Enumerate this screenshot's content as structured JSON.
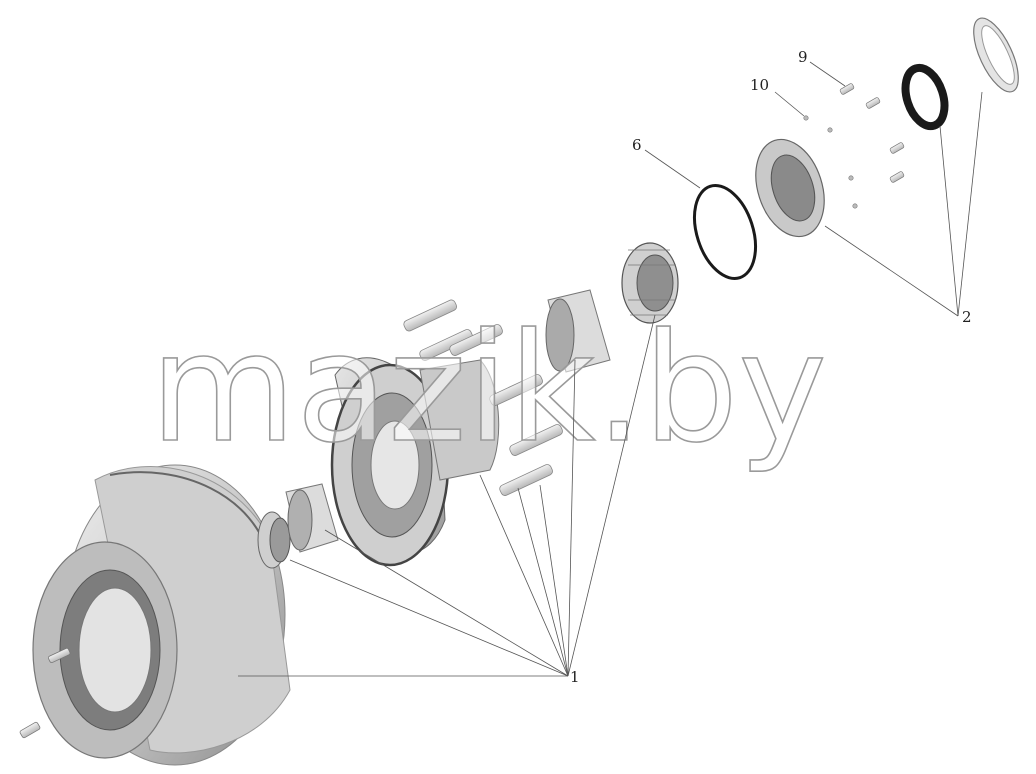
{
  "callouts": {
    "c1": "1",
    "c2": "2",
    "c6": "6",
    "c9": "9",
    "c10": "10"
  },
  "watermark": "mazik.by",
  "colors": {
    "metal_light": "#d9d9d9",
    "metal_mid": "#b4b4b4",
    "metal_dark": "#7a7a7a",
    "gasket": "#1a1a1a",
    "leader": "#555555"
  }
}
